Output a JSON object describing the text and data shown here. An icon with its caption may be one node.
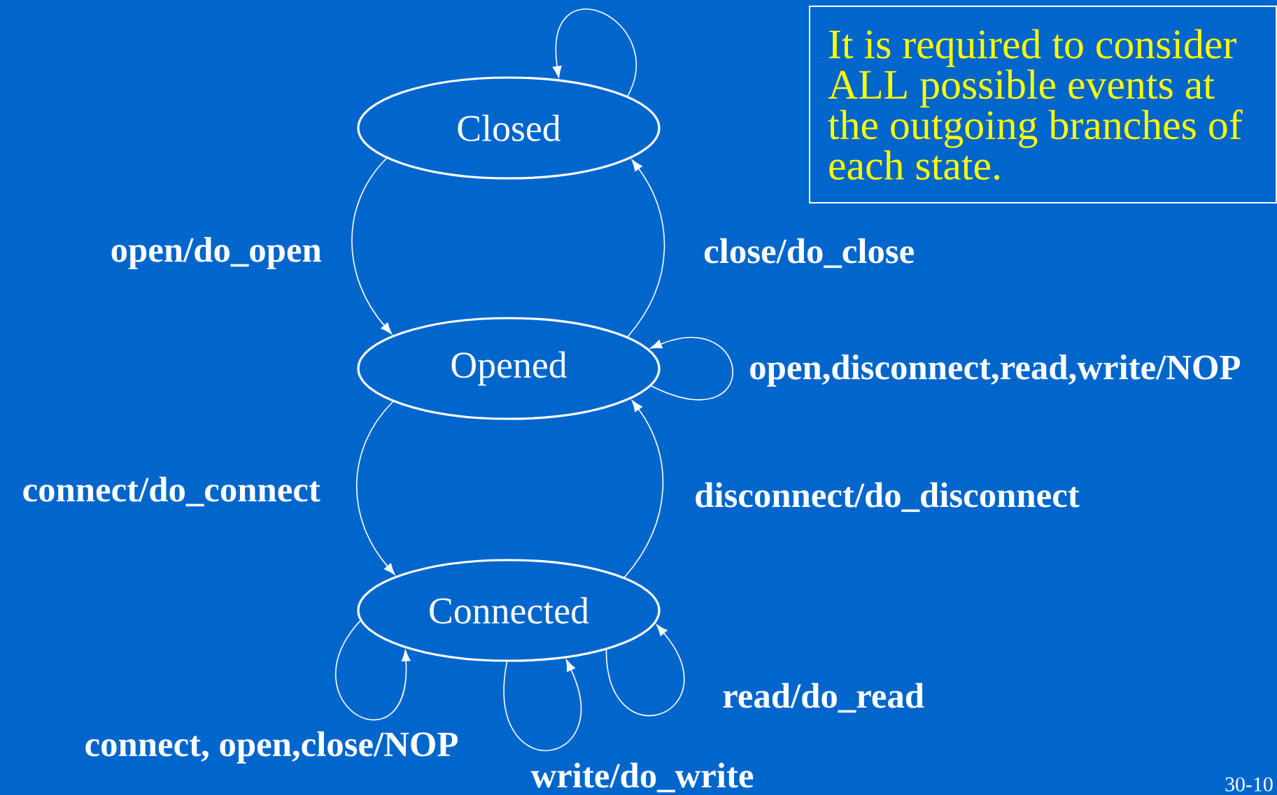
{
  "diagram": {
    "nodes": [
      {
        "text": [
          "Closed"
        ]
      },
      {
        "text": [
          "Opened"
        ]
      },
      {
        "text": [
          "Connected"
        ]
      },
      {
        "text": [
          "It is required to consider ALL possible events at the outgoing branches of each state."
        ]
      }
    ],
    "edges": [
      {
        "from": 0,
        "to": 0,
        "arrow": "to"
      },
      {
        "from": 0,
        "to": 1,
        "arrow": "to",
        "label": "open/do_open"
      },
      {
        "from": 1,
        "to": 0,
        "arrow": "to",
        "label": "close/do_close"
      },
      {
        "from": 1,
        "to": 1,
        "arrow": "to",
        "label": "open,disconnect,read,write/NOP"
      },
      {
        "from": 1,
        "to": 2,
        "arrow": "to",
        "label": "connect/do_connect"
      },
      {
        "from": 2,
        "to": 1,
        "arrow": "to",
        "label": "disconnect/do_disconnect"
      },
      {
        "from": 2,
        "to": 2,
        "arrow": "to",
        "label": "connect, open,close/NOP"
      },
      {
        "from": 2,
        "to": 2,
        "arrow": "to",
        "label": "write/do_write"
      },
      {
        "from": 2,
        "to": 2,
        "arrow": "to",
        "label": "read/do_read"
      }
    ],
    "labels": [
      "30-10"
    ]
  }
}
